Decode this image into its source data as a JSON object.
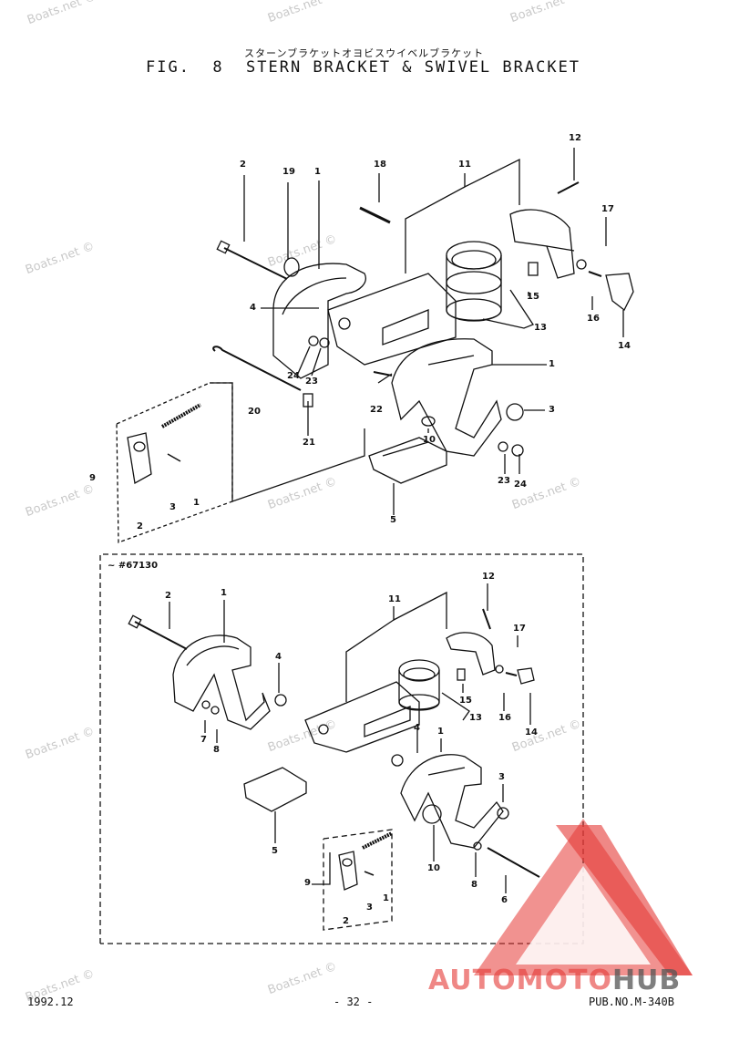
{
  "header": {
    "japanese_title": "スターンブラケットオヨビスウイベルブラケット",
    "fig_label": "FIG.  8",
    "title": "STERN BRACKET & SWIVEL BRACKET"
  },
  "watermark": "Boats.net ©",
  "upper_callouts": [
    "2",
    "19",
    "1",
    "18",
    "11",
    "12",
    "17",
    "4",
    "15",
    "13",
    "16",
    "14",
    "1",
    "24",
    "23",
    "22",
    "3",
    "20",
    "21",
    "10",
    "23",
    "24",
    "9",
    "3",
    "1",
    "2",
    "5"
  ],
  "lower": {
    "variant_label": "~ #67130",
    "callouts": [
      "2",
      "1",
      "12",
      "11",
      "17",
      "4",
      "15",
      "13",
      "16",
      "14",
      "7",
      "8",
      "4",
      "1",
      "3",
      "5",
      "10",
      "8",
      "6",
      "9",
      "3",
      "1",
      "2"
    ]
  },
  "footer": {
    "date": "1992.12",
    "page": "- 32 -",
    "pub_no": "PUB.NO.M-340B"
  },
  "logo": {
    "part1": "AUTOMOTO",
    "part2": "HUB",
    "color_primary": "#e53935",
    "color_secondary": "#555555"
  }
}
